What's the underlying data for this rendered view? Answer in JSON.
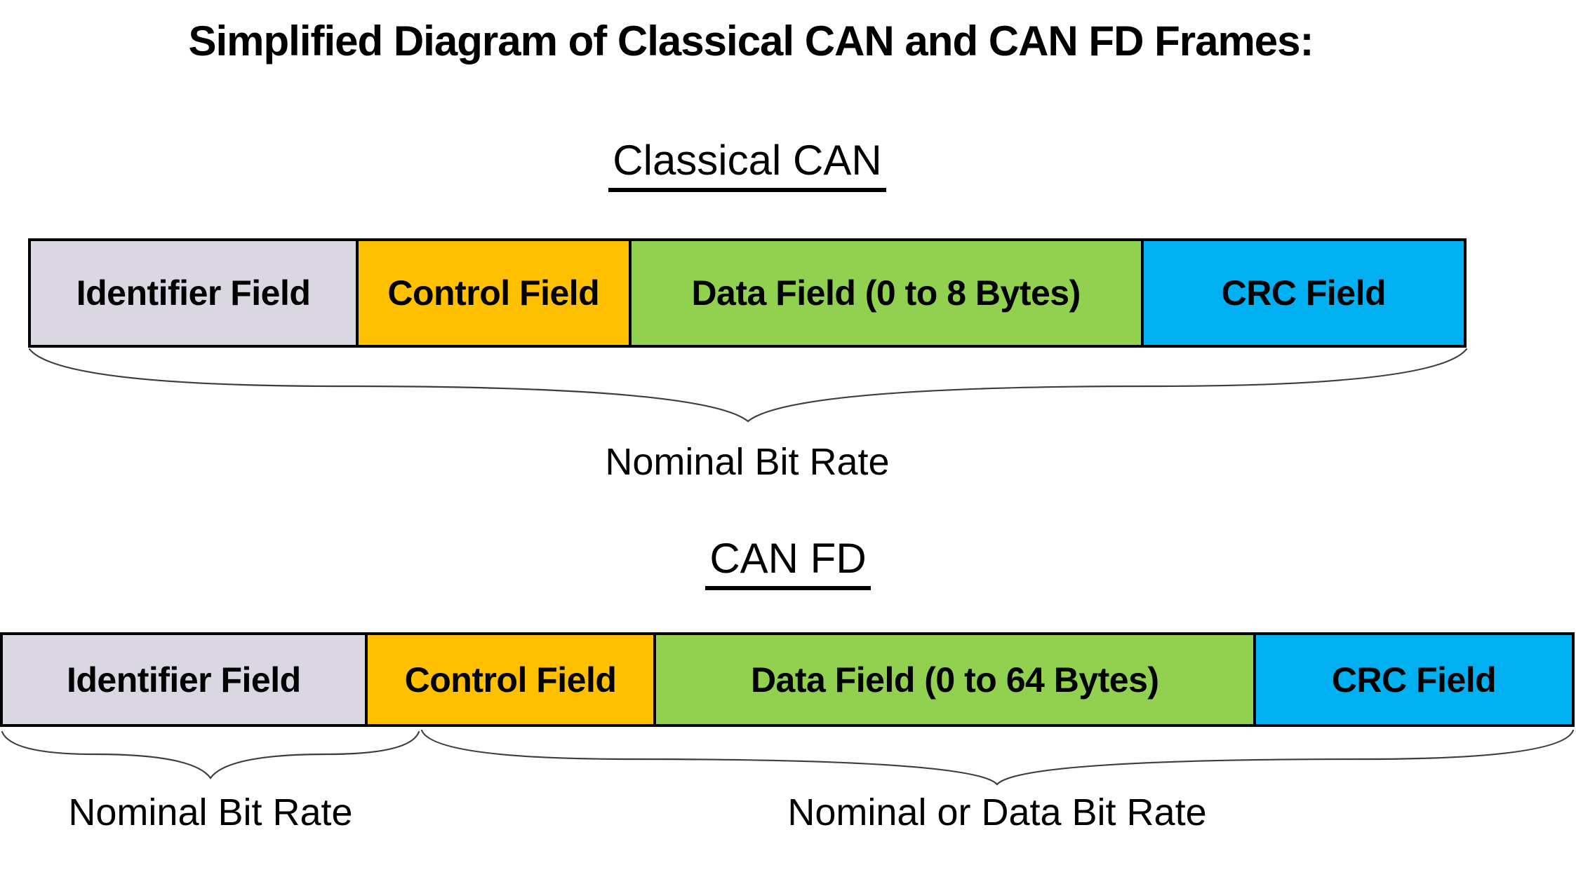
{
  "title": "Simplified Diagram of Classical CAN and CAN FD Frames:",
  "colors": {
    "identifier_field": "#DBD7E2",
    "control_field": "#FFC000",
    "data_field": "#92D050",
    "crc_field": "#00B0F0",
    "bar_border": "#000000",
    "brace_line": "#3D3D3D",
    "text": "#000000",
    "background": "#FFFFFF"
  },
  "frames": [
    {
      "heading": "Classical CAN",
      "fields": [
        {
          "label": "Identifier Field",
          "color": "#DBD7E2",
          "width": "22.68%"
        },
        {
          "label": "Control Field",
          "color": "#FFC000",
          "width": "19.02%"
        },
        {
          "label": "Data Field (0 to 8 Bytes)",
          "color": "#92D050",
          "width": "35.76%"
        },
        {
          "label": "CRC Field",
          "color": "#00B0F0",
          "width": "22.54%"
        }
      ],
      "annotations": [
        {
          "label": "Nominal Bit Rate",
          "spans": "entire frame"
        }
      ]
    },
    {
      "heading": "CAN FD",
      "fields": [
        {
          "label": "Identifier Field",
          "color": "#DBD7E2",
          "width": "23.06%"
        },
        {
          "label": "Control Field",
          "color": "#FFC000",
          "width": "18.42%"
        },
        {
          "label": "Data Field (0 to 64 Bytes)",
          "color": "#92D050",
          "width": "38.22%"
        },
        {
          "label": "CRC Field",
          "color": "#00B0F0",
          "width": "20.30%"
        }
      ],
      "annotations": [
        {
          "label": "Nominal Bit Rate",
          "spans": "identifier field"
        },
        {
          "label": "Nominal or Data Bit Rate",
          "spans": "control field through crc field"
        }
      ]
    }
  ]
}
